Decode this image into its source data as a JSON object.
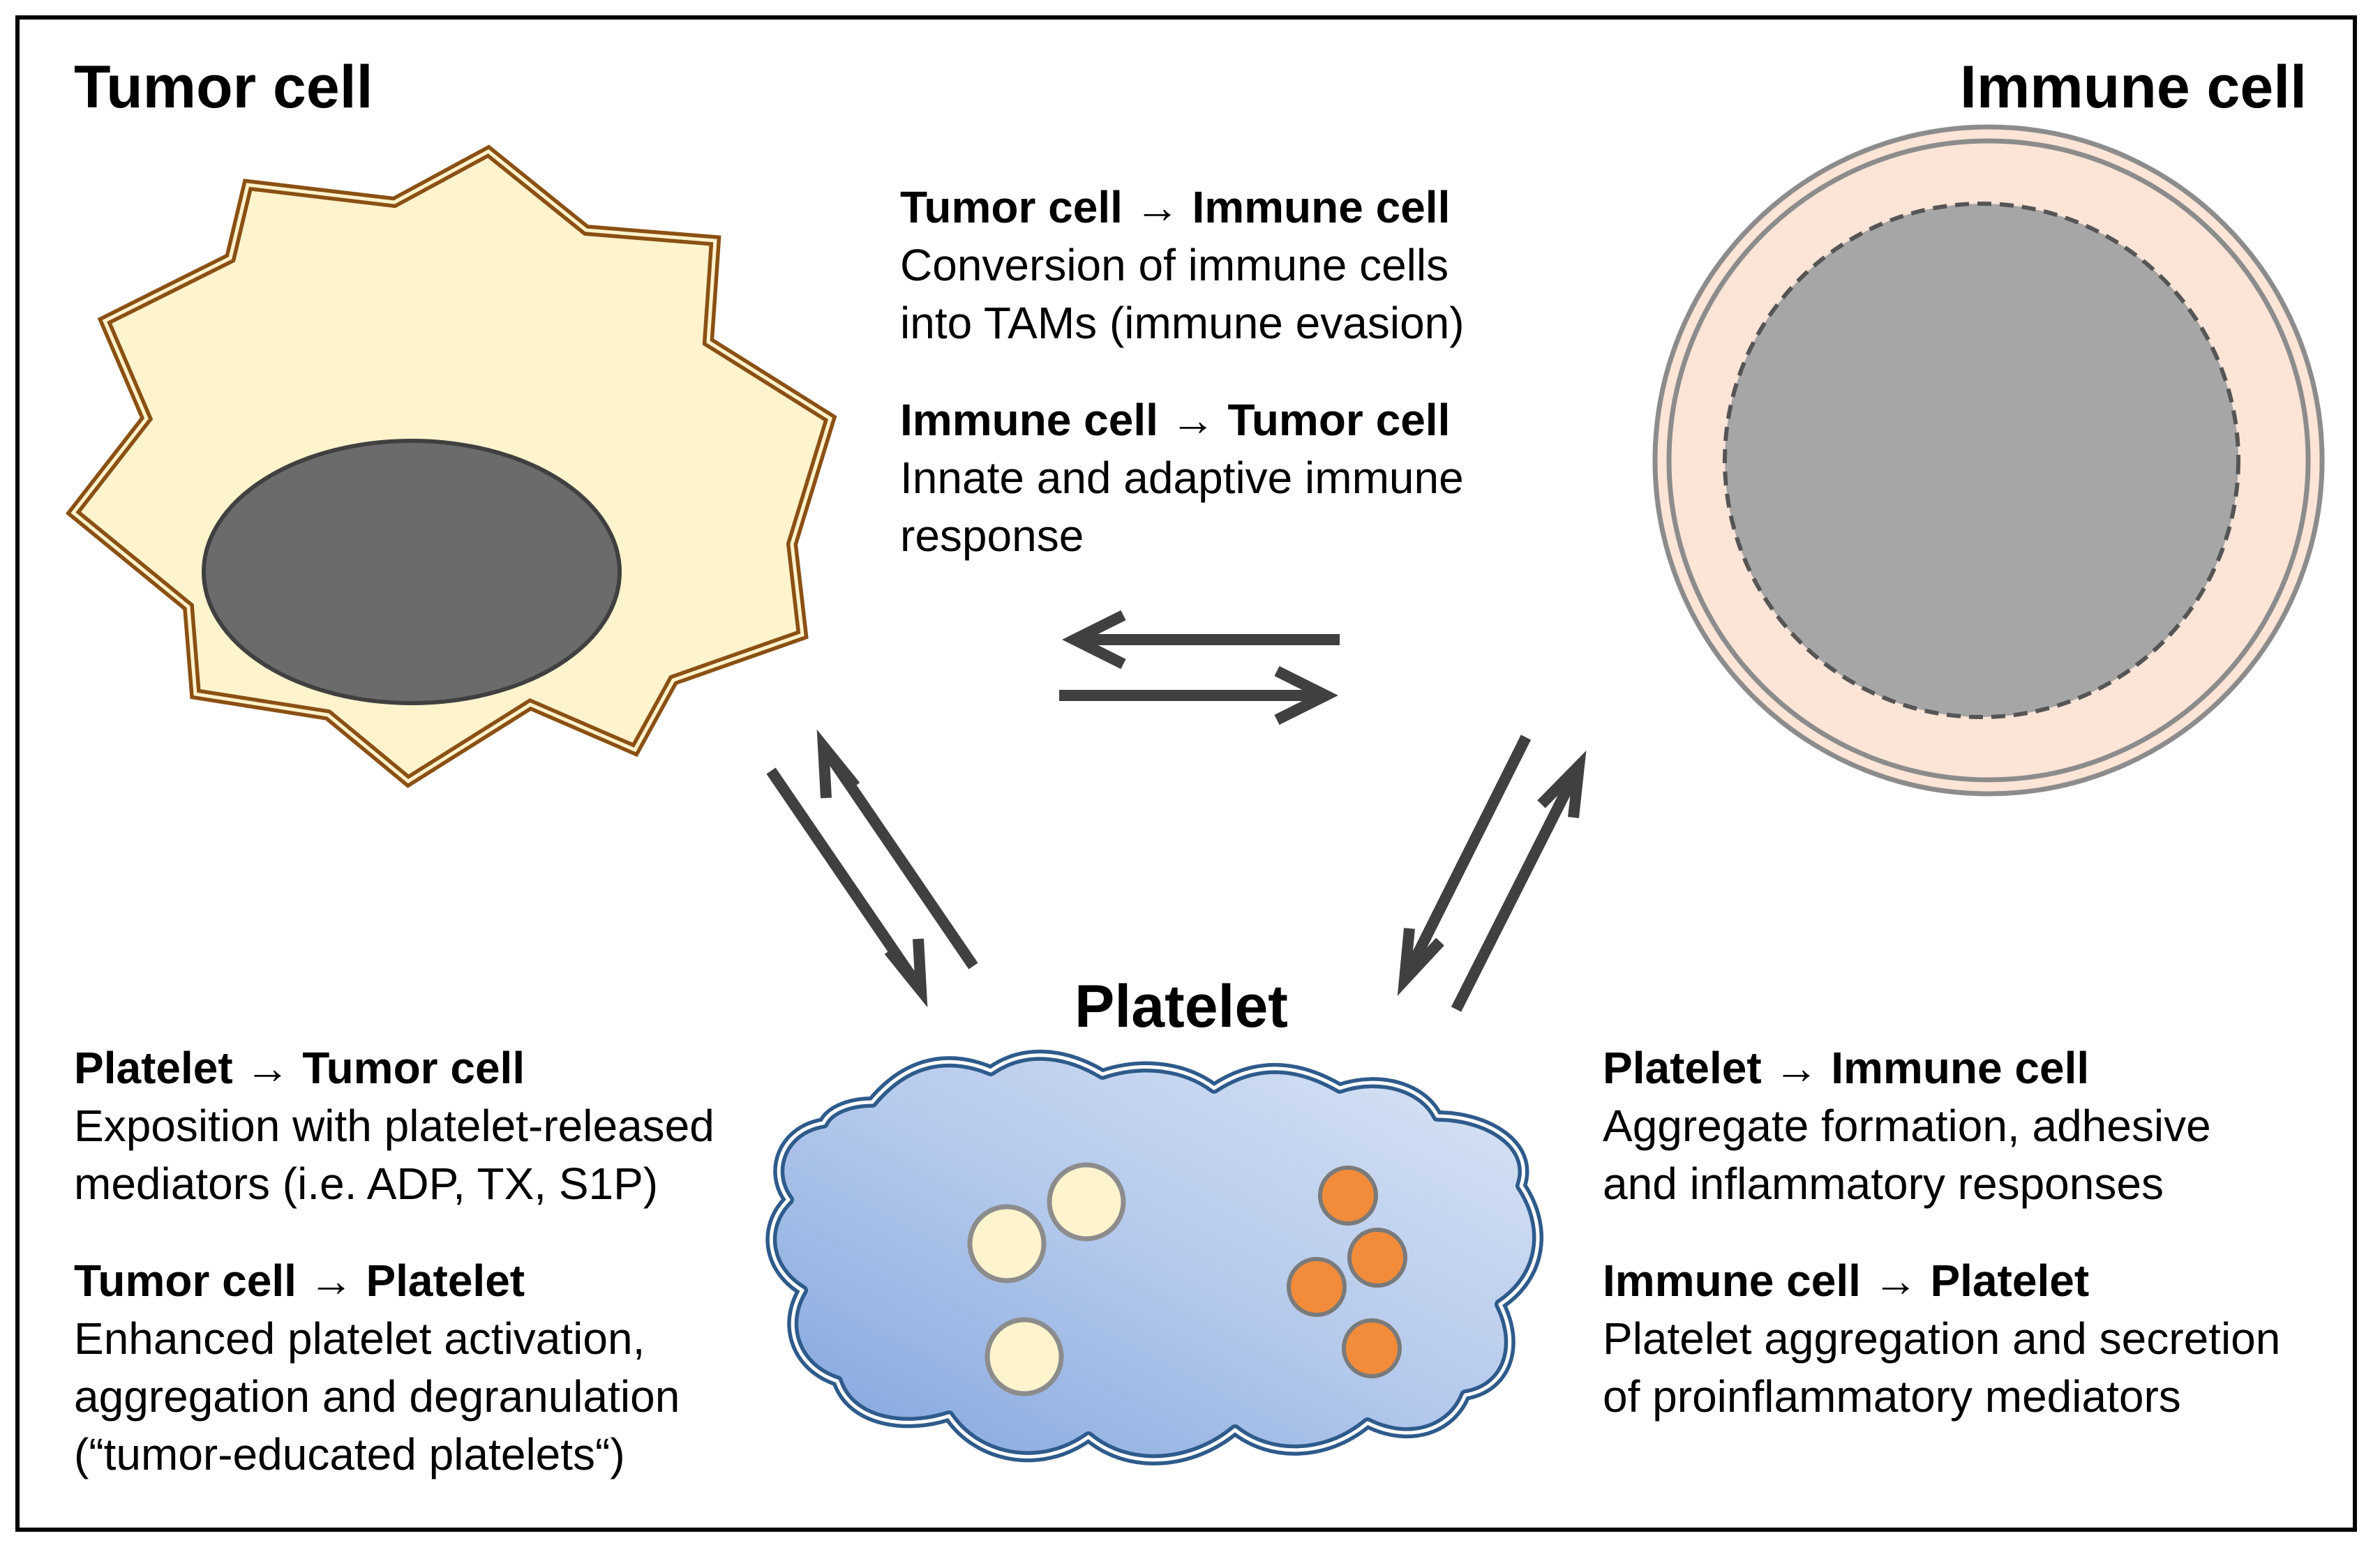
{
  "titles": {
    "tumor": "Tumor cell",
    "immune": "Immune cell",
    "platelet": "Platelet"
  },
  "interactions": {
    "tumor_to_immune": {
      "head": "Tumor cell → Immune cell",
      "lines": [
        "Conversion of immune cells",
        "into TAMs (immune evasion)"
      ]
    },
    "immune_to_tumor": {
      "head": "Immune cell → Tumor cell",
      "lines": [
        "Innate and adaptive immune",
        "response"
      ]
    },
    "platelet_to_tumor": {
      "head": "Platelet → Tumor cell",
      "lines": [
        "Exposition with platelet-released",
        "mediators (i.e. ADP, TX, S1P)"
      ]
    },
    "tumor_to_platelet": {
      "head": "Tumor cell → Platelet",
      "lines": [
        "Enhanced platelet activation,",
        "aggregation and degranulation",
        "(“tumor-educated platelets“)"
      ]
    },
    "platelet_to_immune": {
      "head": "Platelet → Immune cell",
      "lines": [
        "Aggregate formation, adhesive",
        "and inflammatory responses"
      ]
    },
    "immune_to_platelet": {
      "head": "Immune cell → Platelet",
      "lines": [
        "Platelet aggregation and secretion",
        "of proinflammatory mediators"
      ]
    }
  },
  "colors": {
    "tumor_fill": "#fdf3cc",
    "tumor_outline": "#8b5014",
    "nucleus": "#6b6b6b",
    "immune_fill": "#fce4d6",
    "immune_nucleus": "#a6a6a6",
    "platelet_outline": "#2e5b8c",
    "granule_light": "#fdf3cc",
    "granule_orange": "#f28c3a",
    "arrow": "#404040"
  }
}
